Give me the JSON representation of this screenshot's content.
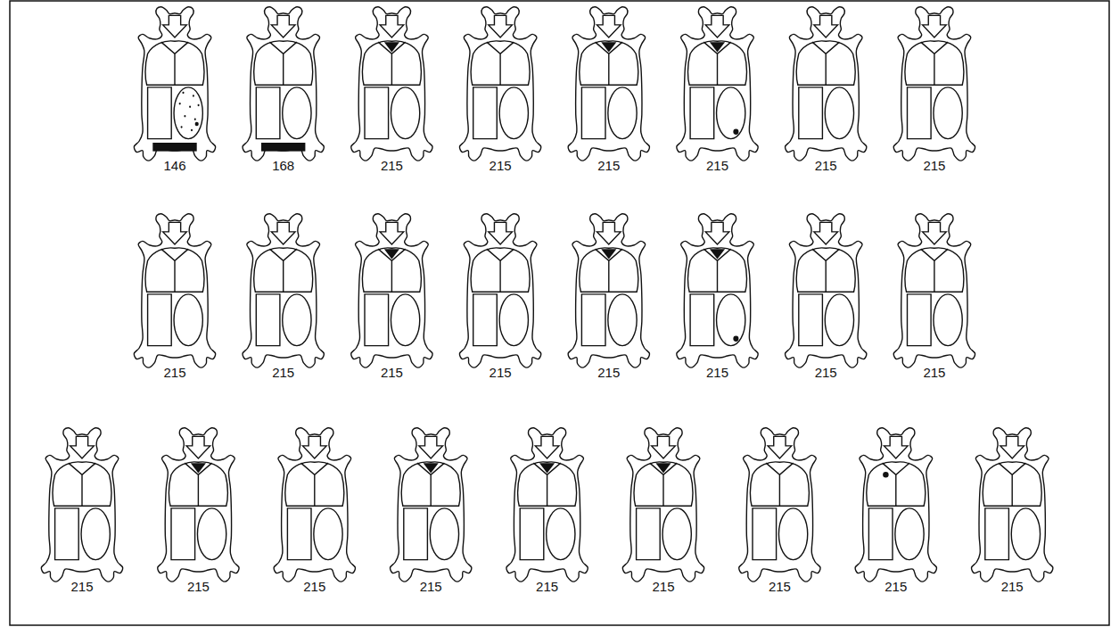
{
  "diagram": {
    "labels": [
      "146",
      "168",
      "215",
      "215",
      "215",
      "215",
      "215",
      "215",
      "215",
      "215",
      "215",
      "215",
      "215",
      "215",
      "215",
      "215",
      "215",
      "215",
      "215",
      "215",
      "215",
      "215",
      "215",
      "215",
      "215"
    ]
  }
}
